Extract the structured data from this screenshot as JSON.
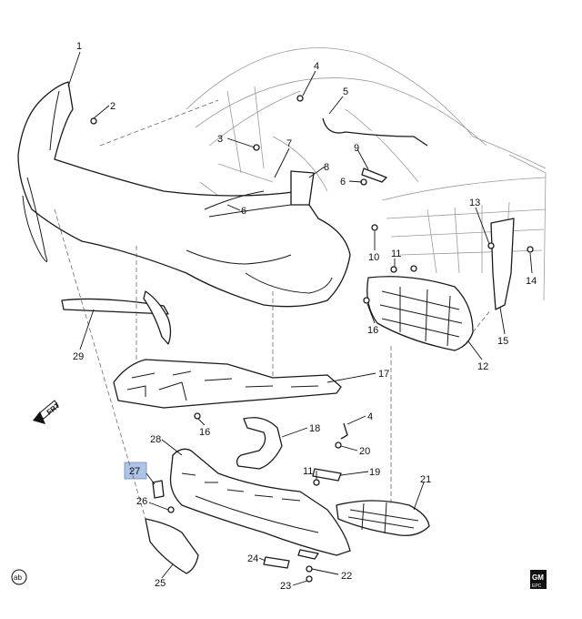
{
  "diagram": {
    "callouts": [
      "1",
      "2",
      "3",
      "4",
      "5",
      "6",
      "7",
      "8",
      "9",
      "6",
      "10",
      "11",
      "13",
      "14",
      "15",
      "16",
      "12",
      "29",
      "17",
      "16",
      "4",
      "18",
      "20",
      "11",
      "19",
      "28",
      "27",
      "26",
      "21",
      "25",
      "24",
      "23",
      "22"
    ],
    "highlighted_callout": "27",
    "front_marker": "FRT",
    "footer_left_badge": "ab",
    "logo_text_top": "GM",
    "logo_text_bottom": "EPC"
  },
  "colors": {
    "line": "#1a1a1a",
    "ghost_line": "#9a9a9a",
    "highlight": "#aec3e6"
  }
}
